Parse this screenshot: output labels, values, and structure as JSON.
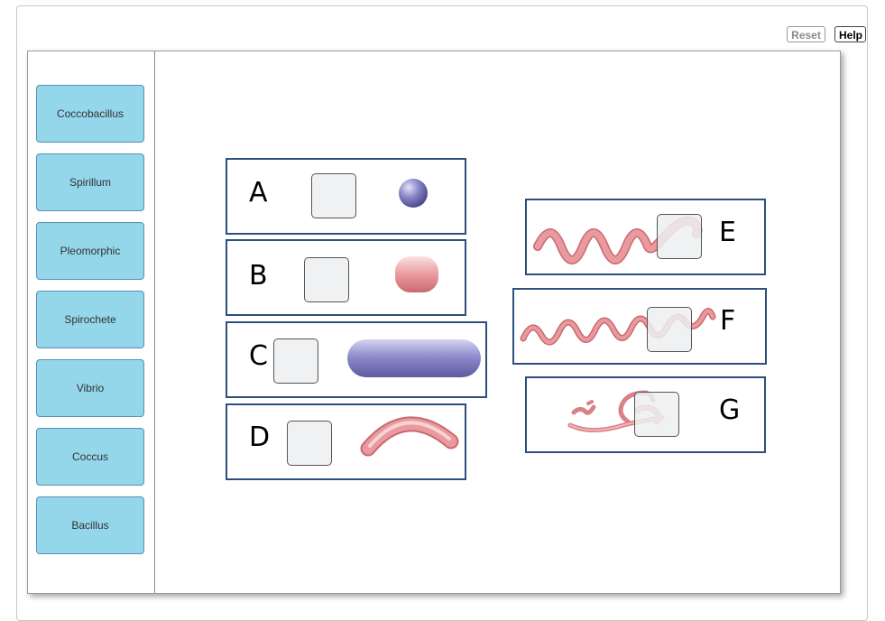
{
  "toolbar": {
    "reset_label": "Reset",
    "help_label": "Help"
  },
  "terms": [
    "Coccobacillus",
    "Spirillum",
    "Pleomorphic",
    "Spirochete",
    "Vibrio",
    "Coccus",
    "Bacillus"
  ],
  "targets": [
    {
      "letter": "A",
      "shape": "coccus-icon"
    },
    {
      "letter": "B",
      "shape": "coccobacillus-icon"
    },
    {
      "letter": "C",
      "shape": "bacillus-icon"
    },
    {
      "letter": "D",
      "shape": "vibrio-icon"
    },
    {
      "letter": "E",
      "shape": "spirillum-icon"
    },
    {
      "letter": "F",
      "shape": "spirochete-icon"
    },
    {
      "letter": "G",
      "shape": "pleomorphic-icon"
    }
  ],
  "colors": {
    "term_fill": "#94d6ea",
    "term_border": "#5b8fb8",
    "card_border": "#2d4f7e",
    "purple_cell": "#8f8ccc",
    "pink_cell": "#ea9a9e"
  }
}
